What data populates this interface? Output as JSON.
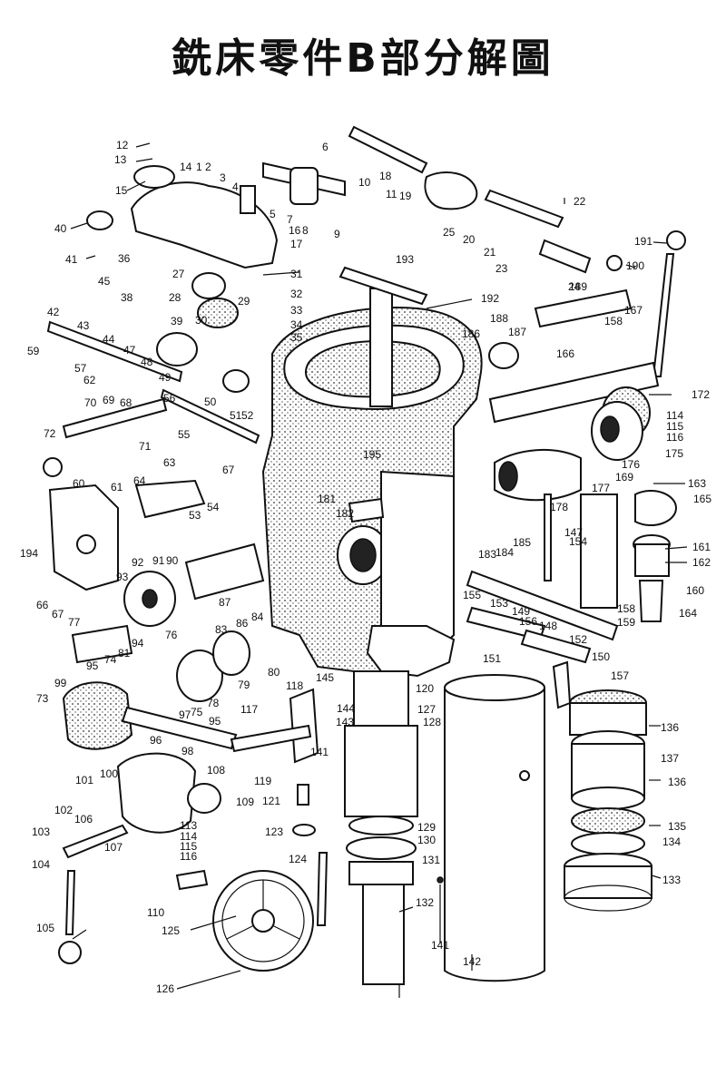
{
  "title": "銑床零件B部分解圖",
  "labels": [
    {
      "id": "p1",
      "text": "1"
    },
    {
      "id": "p2",
      "text": "2"
    },
    {
      "id": "p3",
      "text": "3"
    },
    {
      "id": "p4",
      "text": "4"
    },
    {
      "id": "p5",
      "text": "5"
    },
    {
      "id": "p6",
      "text": "6"
    },
    {
      "id": "p7",
      "text": "7"
    },
    {
      "id": "p8",
      "text": "8"
    },
    {
      "id": "p9",
      "text": "9"
    },
    {
      "id": "p10",
      "text": "10"
    },
    {
      "id": "p11",
      "text": "11"
    },
    {
      "id": "p12",
      "text": "12"
    },
    {
      "id": "p13",
      "text": "13"
    },
    {
      "id": "p14",
      "text": "14"
    },
    {
      "id": "p15",
      "text": "15"
    },
    {
      "id": "p16",
      "text": "16"
    },
    {
      "id": "p17",
      "text": "17"
    },
    {
      "id": "p18",
      "text": "18"
    },
    {
      "id": "p19",
      "text": "19"
    },
    {
      "id": "p20",
      "text": "20"
    },
    {
      "id": "p21",
      "text": "21"
    },
    {
      "id": "p22",
      "text": "22"
    },
    {
      "id": "p23",
      "text": "23"
    },
    {
      "id": "p24",
      "text": "24"
    },
    {
      "id": "p25",
      "text": "25"
    },
    {
      "id": "p27",
      "text": "27"
    },
    {
      "id": "p28",
      "text": "28"
    },
    {
      "id": "p29",
      "text": "29"
    },
    {
      "id": "p30",
      "text": "30"
    },
    {
      "id": "p31",
      "text": "31"
    },
    {
      "id": "p32",
      "text": "32"
    },
    {
      "id": "p33",
      "text": "33"
    },
    {
      "id": "p34",
      "text": "34"
    },
    {
      "id": "p35",
      "text": "35"
    },
    {
      "id": "p36",
      "text": "36"
    },
    {
      "id": "p38",
      "text": "38"
    },
    {
      "id": "p39",
      "text": "39"
    },
    {
      "id": "p40",
      "text": "40"
    },
    {
      "id": "p41",
      "text": "41"
    },
    {
      "id": "p42",
      "text": "42"
    },
    {
      "id": "p43",
      "text": "43"
    },
    {
      "id": "p44",
      "text": "44"
    },
    {
      "id": "p45",
      "text": "45"
    },
    {
      "id": "p47",
      "text": "47"
    },
    {
      "id": "p48",
      "text": "48"
    },
    {
      "id": "p49",
      "text": "49"
    },
    {
      "id": "p50",
      "text": "50"
    },
    {
      "id": "p51",
      "text": "51"
    },
    {
      "id": "p52",
      "text": "52"
    },
    {
      "id": "p53",
      "text": "53"
    },
    {
      "id": "p54",
      "text": "54"
    },
    {
      "id": "p55",
      "text": "55"
    },
    {
      "id": "p56",
      "text": "56"
    },
    {
      "id": "p57",
      "text": "57"
    },
    {
      "id": "p59",
      "text": "59"
    },
    {
      "id": "p60",
      "text": "60"
    },
    {
      "id": "p61",
      "text": "61"
    },
    {
      "id": "p62",
      "text": "62"
    },
    {
      "id": "p63",
      "text": "63"
    },
    {
      "id": "p64",
      "text": "64"
    },
    {
      "id": "p66",
      "text": "66"
    },
    {
      "id": "p67",
      "text": "67"
    },
    {
      "id": "p67b",
      "text": "67"
    },
    {
      "id": "p68",
      "text": "68"
    },
    {
      "id": "p69",
      "text": "69"
    },
    {
      "id": "p70",
      "text": "70"
    },
    {
      "id": "p71",
      "text": "71"
    },
    {
      "id": "p72",
      "text": "72"
    },
    {
      "id": "p73",
      "text": "73"
    },
    {
      "id": "p74",
      "text": "74"
    },
    {
      "id": "p75",
      "text": "75"
    },
    {
      "id": "p76",
      "text": "76"
    },
    {
      "id": "p77",
      "text": "77"
    },
    {
      "id": "p78",
      "text": "78"
    },
    {
      "id": "p79",
      "text": "79"
    },
    {
      "id": "p80",
      "text": "80"
    },
    {
      "id": "p81",
      "text": "81"
    },
    {
      "id": "p83",
      "text": "83"
    },
    {
      "id": "p84",
      "text": "84"
    },
    {
      "id": "p86",
      "text": "86"
    },
    {
      "id": "p87",
      "text": "87"
    },
    {
      "id": "p90",
      "text": "90"
    },
    {
      "id": "p91",
      "text": "91"
    },
    {
      "id": "p92",
      "text": "92"
    },
    {
      "id": "p93",
      "text": "93"
    },
    {
      "id": "p94",
      "text": "94"
    },
    {
      "id": "p95",
      "text": "95"
    },
    {
      "id": "p95b",
      "text": "95"
    },
    {
      "id": "p96",
      "text": "96"
    },
    {
      "id": "p97",
      "text": "97"
    },
    {
      "id": "p98",
      "text": "98"
    },
    {
      "id": "p99",
      "text": "99"
    },
    {
      "id": "p100",
      "text": "100"
    },
    {
      "id": "p101",
      "text": "101"
    },
    {
      "id": "p102",
      "text": "102"
    },
    {
      "id": "p103",
      "text": "103"
    },
    {
      "id": "p104",
      "text": "104"
    },
    {
      "id": "p105",
      "text": "105"
    },
    {
      "id": "p106",
      "text": "106"
    },
    {
      "id": "p107",
      "text": "107"
    },
    {
      "id": "p108",
      "text": "108"
    },
    {
      "id": "p109",
      "text": "109"
    },
    {
      "id": "p110",
      "text": "110"
    },
    {
      "id": "p113",
      "text": "113"
    },
    {
      "id": "p114",
      "text": "114"
    },
    {
      "id": "p114b",
      "text": "114"
    },
    {
      "id": "p115",
      "text": "115"
    },
    {
      "id": "p115b",
      "text": "115"
    },
    {
      "id": "p116",
      "text": "116"
    },
    {
      "id": "p116b",
      "text": "116"
    },
    {
      "id": "p117",
      "text": "117"
    },
    {
      "id": "p118",
      "text": "118"
    },
    {
      "id": "p119",
      "text": "119"
    },
    {
      "id": "p120",
      "text": "120"
    },
    {
      "id": "p121",
      "text": "121"
    },
    {
      "id": "p123",
      "text": "123"
    },
    {
      "id": "p124",
      "text": "124"
    },
    {
      "id": "p125",
      "text": "125"
    },
    {
      "id": "p126",
      "text": "126"
    },
    {
      "id": "p127",
      "text": "127"
    },
    {
      "id": "p128",
      "text": "128"
    },
    {
      "id": "p129",
      "text": "129"
    },
    {
      "id": "p130",
      "text": "130"
    },
    {
      "id": "p131",
      "text": "131"
    },
    {
      "id": "p132",
      "text": "132"
    },
    {
      "id": "p133",
      "text": "133"
    },
    {
      "id": "p134",
      "text": "134"
    },
    {
      "id": "p135",
      "text": "135"
    },
    {
      "id": "p136",
      "text": "136"
    },
    {
      "id": "p136b",
      "text": "136"
    },
    {
      "id": "p137",
      "text": "137"
    },
    {
      "id": "p141",
      "text": "141"
    },
    {
      "id": "p141b",
      "text": "141"
    },
    {
      "id": "p142",
      "text": "142"
    },
    {
      "id": "p143",
      "text": "143"
    },
    {
      "id": "p144",
      "text": "144"
    },
    {
      "id": "p145",
      "text": "145"
    },
    {
      "id": "p147",
      "text": "147"
    },
    {
      "id": "p148",
      "text": "148"
    },
    {
      "id": "p149",
      "text": "149"
    },
    {
      "id": "p150",
      "text": "150"
    },
    {
      "id": "p151",
      "text": "151"
    },
    {
      "id": "p152",
      "text": "152"
    },
    {
      "id": "p153",
      "text": "153"
    },
    {
      "id": "p154",
      "text": "154"
    },
    {
      "id": "p155",
      "text": "155"
    },
    {
      "id": "p156",
      "text": "156"
    },
    {
      "id": "p157",
      "text": "157"
    },
    {
      "id": "p158",
      "text": "158"
    },
    {
      "id": "p158b",
      "text": "158"
    },
    {
      "id": "p159",
      "text": "159"
    },
    {
      "id": "p160",
      "text": "160"
    },
    {
      "id": "p161",
      "text": "161"
    },
    {
      "id": "p162",
      "text": "162"
    },
    {
      "id": "p163",
      "text": "163"
    },
    {
      "id": "p164",
      "text": "164"
    },
    {
      "id": "p165",
      "text": "165"
    },
    {
      "id": "p166",
      "text": "166"
    },
    {
      "id": "p167",
      "text": "167"
    },
    {
      "id": "p169",
      "text": "169"
    },
    {
      "id": "p172",
      "text": "172"
    },
    {
      "id": "p175",
      "text": "175"
    },
    {
      "id": "p176",
      "text": "176"
    },
    {
      "id": "p177",
      "text": "177"
    },
    {
      "id": "p178",
      "text": "178"
    },
    {
      "id": "p181",
      "text": "181"
    },
    {
      "id": "p182",
      "text": "182"
    },
    {
      "id": "p183",
      "text": "183"
    },
    {
      "id": "p184",
      "text": "184"
    },
    {
      "id": "p185",
      "text": "185"
    },
    {
      "id": "p186",
      "text": "186"
    },
    {
      "id": "p187",
      "text": "187"
    },
    {
      "id": "p188",
      "text": "188"
    },
    {
      "id": "p189",
      "text": "189"
    },
    {
      "id": "p190",
      "text": "190"
    },
    {
      "id": "p191",
      "text": "191"
    },
    {
      "id": "p192",
      "text": "192"
    },
    {
      "id": "p193",
      "text": "193"
    },
    {
      "id": "p194",
      "text": "194"
    },
    {
      "id": "p195",
      "text": "195"
    }
  ]
}
